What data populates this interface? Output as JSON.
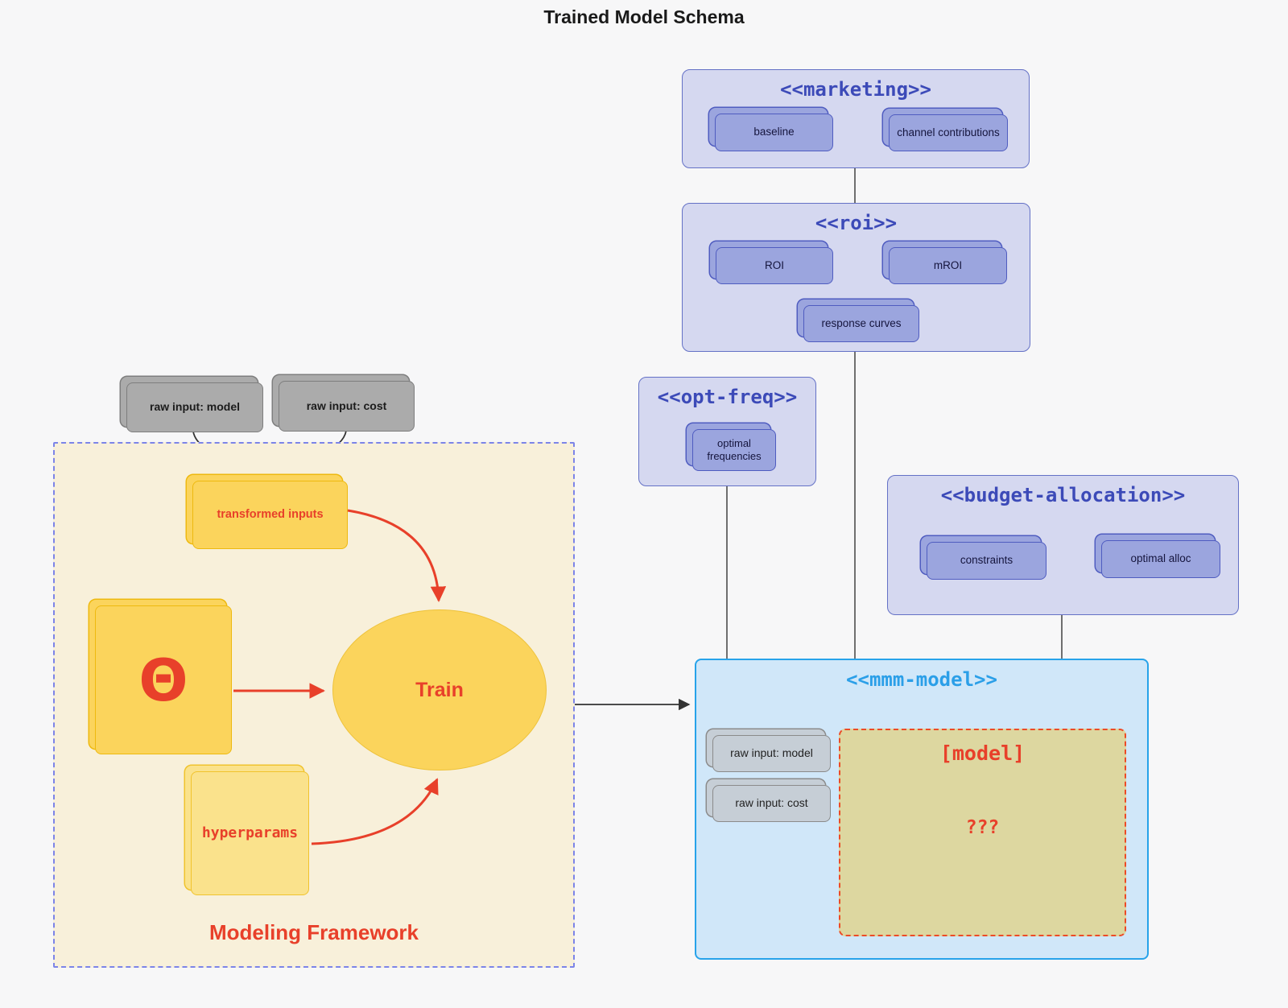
{
  "diagram_title": "Trained Model Schema",
  "marketing": {
    "stereotype": "<<marketing>>",
    "nodes": {
      "baseline": "baseline",
      "channel_contributions": "channel contributions"
    }
  },
  "roi": {
    "stereotype": "<<roi>>",
    "nodes": {
      "roi": "ROI",
      "mroi": "mROI",
      "response_curves": "response curves"
    }
  },
  "opt_freq": {
    "stereotype": "<<opt-freq>>",
    "nodes": {
      "optimal_frequencies": "optimal frequencies"
    }
  },
  "budget_allocation": {
    "stereotype": "<<budget-allocation>>",
    "nodes": {
      "constraints": "constraints",
      "optimal_alloc": "optimal alloc"
    }
  },
  "mmm_model": {
    "stereotype": "<<mmm-model>>",
    "nodes": {
      "raw_input_model": "raw input: model",
      "raw_input_cost": "raw input: cost",
      "model": "[model]",
      "unknown": "???"
    }
  },
  "modeling_framework": {
    "label": "Modeling Framework",
    "nodes": {
      "raw_input_model": "raw input: model",
      "raw_input_cost": "raw input: cost",
      "transformed_inputs": "transformed inputs",
      "theta": "Θ",
      "train": "Train",
      "hyperparams": "hyperparams"
    }
  },
  "colors": {
    "background": "#f7f7f8",
    "purple_container_fill": "#d5d8f0",
    "purple_border": "#6471c6",
    "purple_node_fill": "#9ba5de",
    "purple_title_text": "#3c4ab8",
    "mmm_fill": "#d0e7f9",
    "mmm_border": "#27a3ea",
    "mmm_title_text": "#2b9fe8",
    "yellow_fill": "#fbd45c",
    "yellow_border": "#eeb90f",
    "cream_fill": "#f8f0da",
    "khaki_fill": "#ddd7a0",
    "gray_fill": "#ababab",
    "accent_red": "#e8402a",
    "line_dark": "#4d4d4d"
  }
}
